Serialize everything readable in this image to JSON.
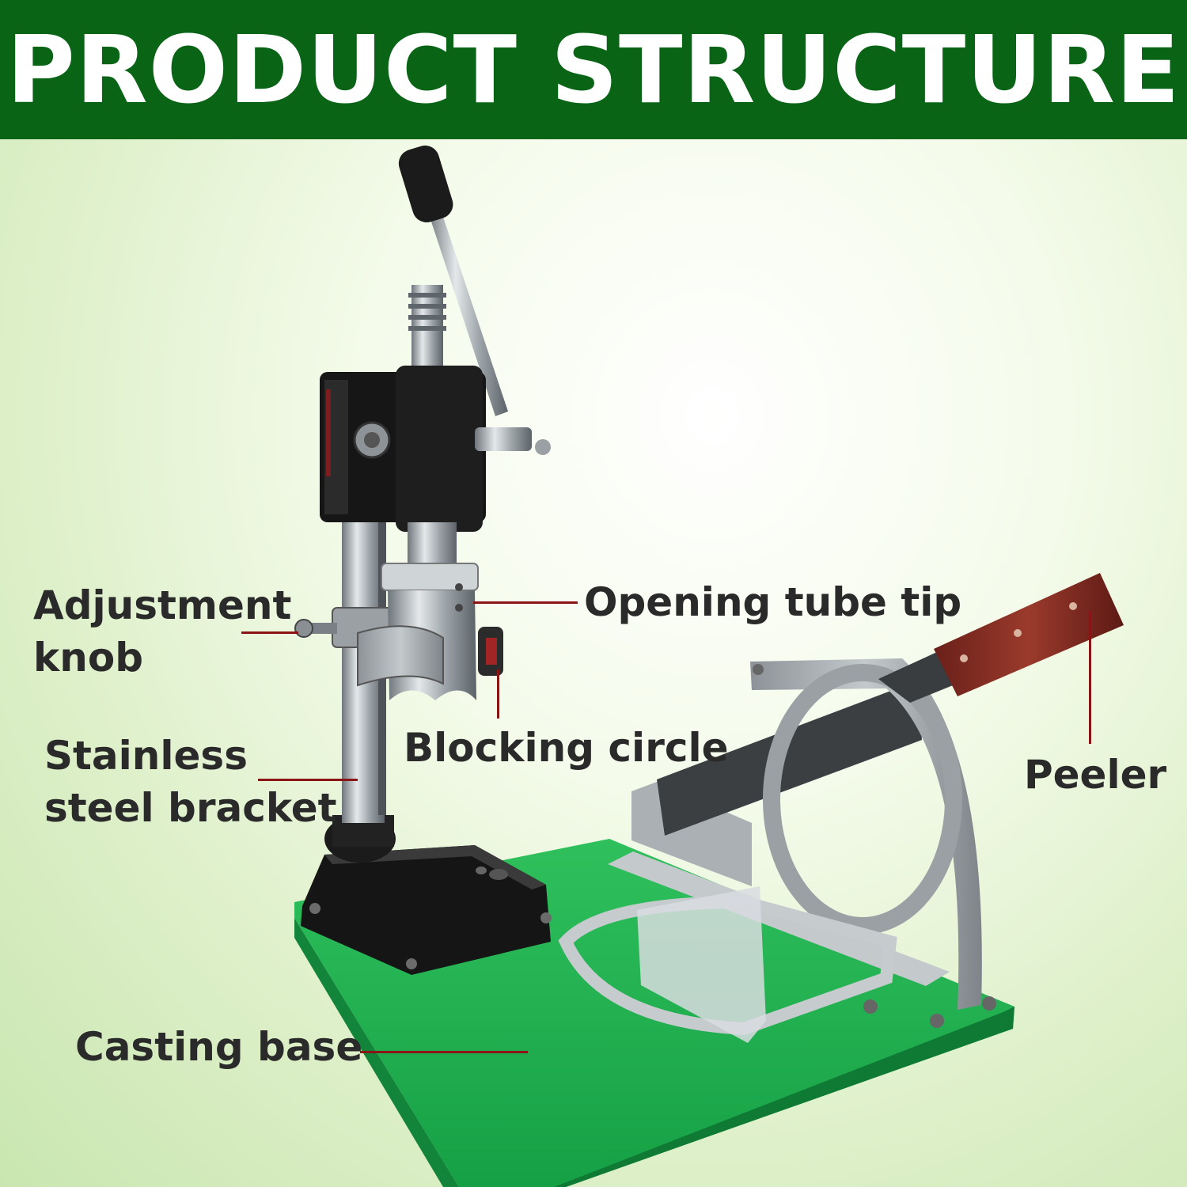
{
  "banner": {
    "title": "PRODUCT STRUCTURE",
    "color": "#0a6416"
  },
  "labels": {
    "adjustment_knob_line1": "Adjustment",
    "adjustment_knob_line2": "knob",
    "opening_tube_tip": "Opening tube tip",
    "blocking_circle": "Blocking circle",
    "bracket_line1": "Stainless",
    "bracket_line2": "steel bracket",
    "peeler": "Peeler",
    "casting_base": "Casting base"
  },
  "colors": {
    "leader_line": "#8b1414",
    "base_board": "#1fa84c",
    "cast_iron": "#1c1c1c",
    "steel": "#b9bec2",
    "handle_wood": "#7a2a22"
  }
}
